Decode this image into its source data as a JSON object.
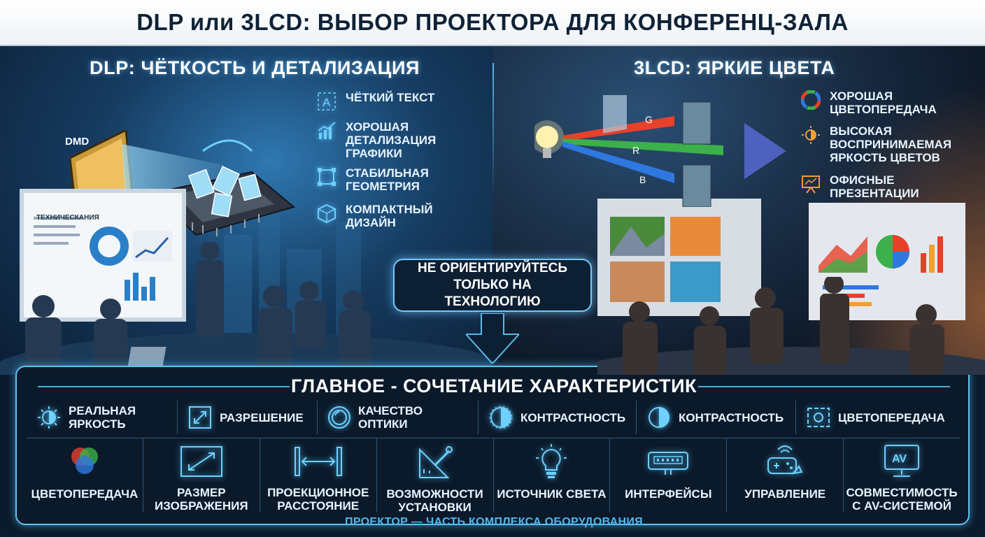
{
  "header": {
    "title": "DLP или 3LCD: ВЫБОР ПРОЕКТОРА ДЛЯ КОНФЕРЕНЦ-ЗАЛА"
  },
  "dlp": {
    "title": "DLP: ЧЁТКОСТЬ И ДЕТАЛИЗАЦИЯ",
    "chip_label": "DMD",
    "screen_heading": "ТЕХНИЧЕСКАНИЯ",
    "features": [
      {
        "icon": "text-a-icon",
        "label": "Чёткий текст"
      },
      {
        "icon": "chart-growth-icon",
        "label": "Хорошая детализация графики"
      },
      {
        "icon": "frame-geometry-icon",
        "label": "Стабильная геометрия"
      },
      {
        "icon": "cube-icon",
        "label": "Компактный дизайн"
      }
    ]
  },
  "lcd": {
    "title": "3LCD: ЯРКИЕ ЦВЕТА",
    "channels": [
      "G",
      "R",
      "B"
    ],
    "features": [
      {
        "icon": "color-wheel-icon",
        "label": "Хорошая цветопередача"
      },
      {
        "icon": "brightness-icon",
        "label": "Высокая воспринимаемая яркость цветов"
      },
      {
        "icon": "presentation-board-icon",
        "label": "Офисные презентации"
      }
    ]
  },
  "callout": {
    "text": "НЕ ОРИЕНТИРУЙТЕСЬ ТОЛЬКО НА ТЕХНОЛОГИЮ"
  },
  "summary": {
    "title": "ГЛАВНОЕ - СОЧЕТАНИЕ ХАРАКТЕРИСТИК",
    "row1": [
      {
        "icon": "brightness-icon",
        "label": "РЕАЛЬНАЯ ЯРКОСТЬ"
      },
      {
        "icon": "resolution-icon",
        "label": "РАЗРЕШЕНИЕ"
      },
      {
        "icon": "lens-icon",
        "label": "КАЧЕСТВО ОПТИКИ"
      },
      {
        "icon": "contrast-icon",
        "label": "КОНТРАСТНОСТЬ"
      },
      {
        "icon": "contrast-icon",
        "label": "КОНТРАСТНОСТЬ"
      },
      {
        "icon": "color-screen-icon",
        "label": "ЦВЕТОПЕРЕДАЧА"
      }
    ],
    "row2": [
      {
        "icon": "rgb-circles-icon",
        "label": "ЦВЕТОПЕРЕДАЧА"
      },
      {
        "icon": "image-size-icon",
        "label": "РАЗМЕР ИЗОБРАЖЕНИЯ"
      },
      {
        "icon": "distance-icon",
        "label": "ПРОЕКЦИОННОЕ РАССТОЯНИЕ"
      },
      {
        "icon": "installation-tools-icon",
        "label": "ВОЗМОЖНОСТИ УСТАНОВКИ"
      },
      {
        "icon": "light-bulb-icon",
        "label": "ИСТОЧНИК СВЕТА"
      },
      {
        "icon": "connector-icon",
        "label": "ИНТЕРФЕЙСЫ"
      },
      {
        "icon": "remote-control-icon",
        "label": "УПРАВЛЕНИЕ"
      },
      {
        "icon": "av-monitor-icon",
        "label": "СОВМЕСТИМОСТЬ С AV-СИСТЕМОЙ"
      }
    ],
    "footer": "ПРОЕКТОР — ЧАСТЬ КОМПЛЕКСА ОБОРУДОВАНИЯ"
  },
  "colors": {
    "accent": "#5fc2f2",
    "dlp_bg": "#1e5486",
    "lcd_bg": "#1a2e46",
    "warm_accent": "#f0a030",
    "red": "#e8402a",
    "green": "#3cb04a",
    "blue": "#2f78e0"
  }
}
